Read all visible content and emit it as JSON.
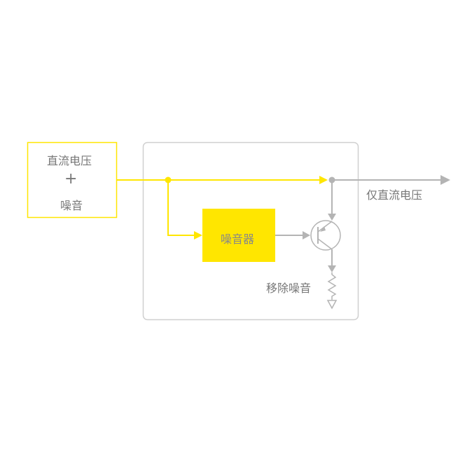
{
  "input_box": {
    "line1": "直流电压",
    "plus": "+",
    "line2": "噪音"
  },
  "noise_block": {
    "label": "噪音器"
  },
  "output_label": "仅直流电压",
  "removed_label": "移除噪音",
  "colors": {
    "yellow": "#ffe600",
    "gray": "#b4b4b4",
    "text": "#777777"
  }
}
